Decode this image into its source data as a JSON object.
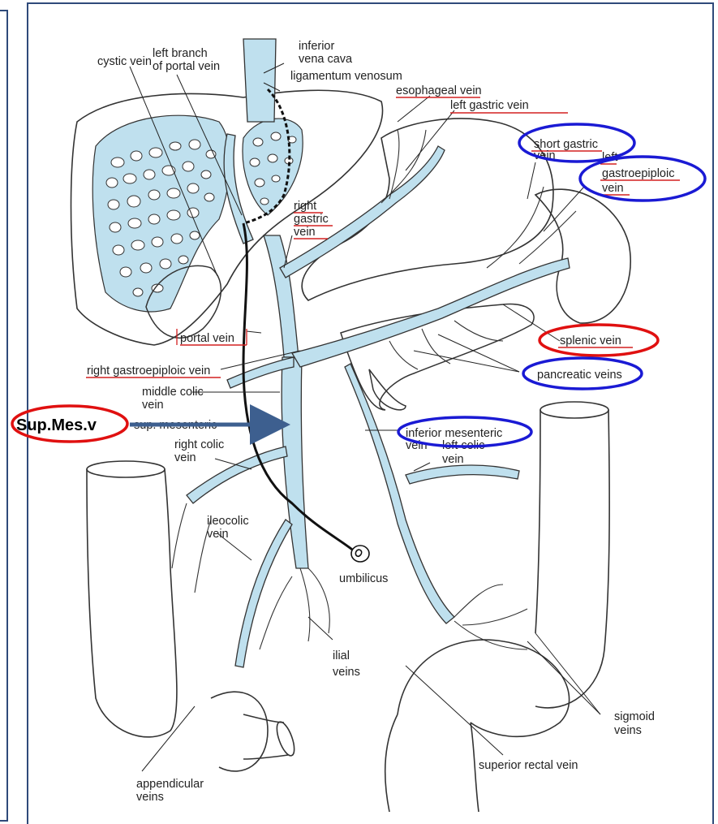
{
  "labels": {
    "cystic_vein": "cystic vein",
    "left_branch_1": "left branch",
    "left_branch_2": "of portal vein",
    "ivc_1": "inferior",
    "ivc_2": "vena cava",
    "lig_venosum": "ligamentum venosum",
    "esophageal_vein": "esophageal vein",
    "left_gastric_vein": "left gastric vein",
    "short_gastric_1": "short gastric",
    "short_gastric_2": "vein",
    "left_gep_1": "left",
    "left_gep_2": "gastroepiploic",
    "left_gep_3": "vein",
    "right_gastric_1": "right",
    "right_gastric_2": "gastric",
    "right_gastric_3": "vein",
    "portal_vein": "portal vein",
    "splenic_vein": "splenic vein",
    "right_gep": "right gastroepiploic vein",
    "pancreatic_veins": "pancreatic veins",
    "middle_colic_1": "middle colic",
    "middle_colic_2": "vein",
    "sup_mes_overlay": "Sup.Mes.v",
    "sup_mes_under": "sup. mesenteric",
    "inf_mes_1": "inferior mesenteric",
    "inf_mes_2": "vein",
    "right_colic_1": "right colic",
    "right_colic_2": "vein",
    "left_colic_1": "left colic",
    "left_colic_2": "vein",
    "ileocolic_1": "ileocolic",
    "ileocolic_2": "vein",
    "umbilicus": "umbilicus",
    "ilial_1": "ilial",
    "ilial_2": "veins",
    "sigmoid_1": "sigmoid",
    "sigmoid_2": "veins",
    "superior_rectal": "superior rectal vein",
    "appendicular_1": "appendicular",
    "appendicular_2": "veins"
  },
  "colors": {
    "vein": "#bfe0ee",
    "outline": "#333333",
    "frame": "#2f4a7a",
    "underline_red": "#d42020",
    "circle_blue": "#1a1ad4",
    "circle_red": "#e01010",
    "arrow": "#3d5f8f"
  }
}
